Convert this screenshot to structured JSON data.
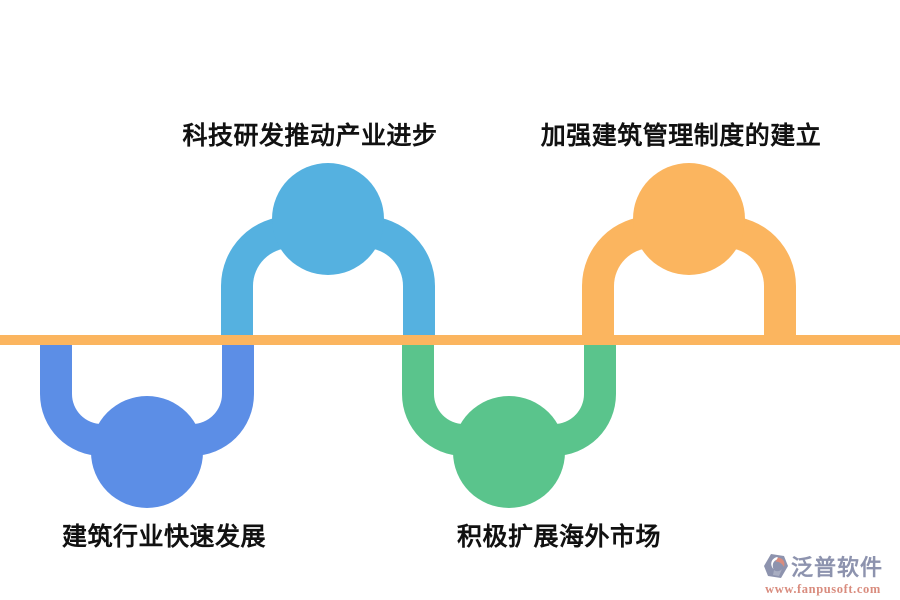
{
  "diagram": {
    "type": "process-wave-infographic",
    "baseline_color": "#FBB55F",
    "nodes": [
      {
        "label": "建筑行业快速发展",
        "color": "#5C8EE6",
        "placement": "below-line"
      },
      {
        "label": "科技研发推动产业进步",
        "color": "#55B1E0",
        "placement": "above-line"
      },
      {
        "label": "积极扩展海外市场",
        "color": "#5AC48C",
        "placement": "below-line"
      },
      {
        "label": "加强建筑管理制度的建立",
        "color": "#FBB55F",
        "placement": "above-line"
      }
    ]
  },
  "watermark": {
    "logo_icon": "fanpu-swirl-logo",
    "brand": "泛普软件",
    "url": "www.fanpusoft.com",
    "brand_color": "#8D93AE",
    "url_color": "#D98C7E"
  }
}
